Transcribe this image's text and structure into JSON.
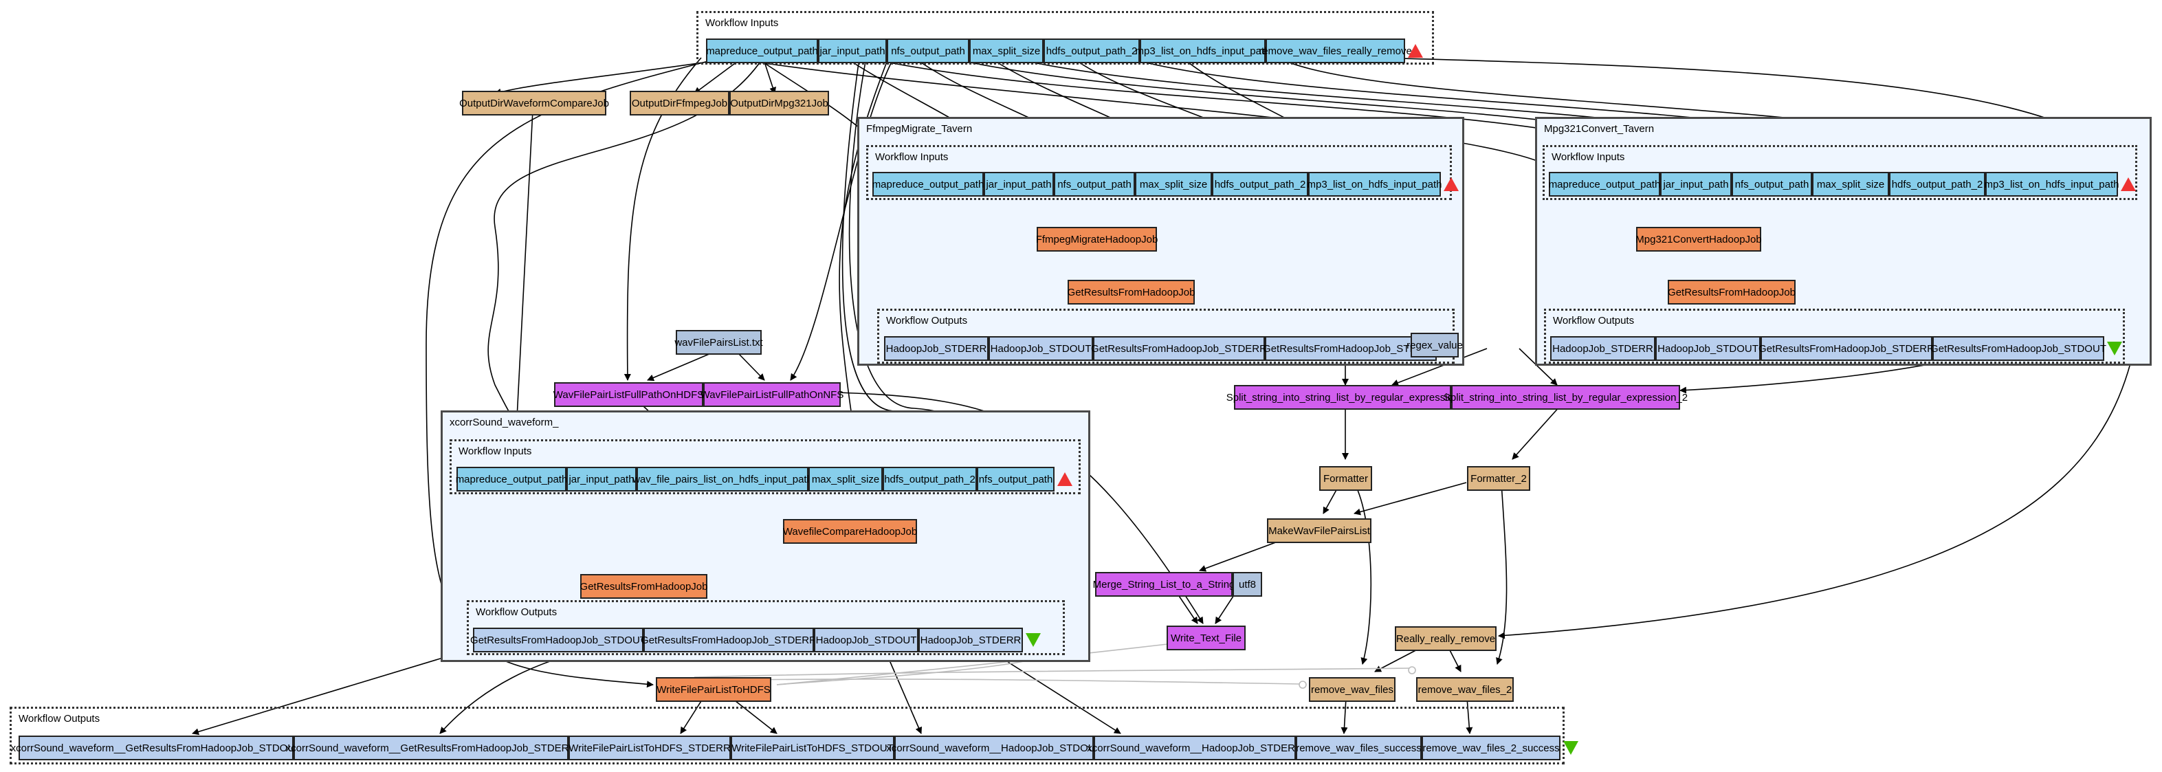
{
  "diagram": {
    "type": "taverna-workflow",
    "top_inputs": {
      "label": "Workflow Inputs",
      "ports": [
        "mapreduce_output_path",
        "jar_input_path",
        "nfs_output_path",
        "max_split_size",
        "hdfs_output_path_2",
        "mp3_list_on_hdfs_input_path",
        "remove_wav_files_really_remove"
      ]
    },
    "output_dirs": [
      "OutputDirWaveformCompareJob",
      "OutputDirFfmpegJob",
      "OutputDirMpg321Job"
    ],
    "ffmpeg": {
      "title": "FfmpegMigrate_Tavern",
      "inputs_label": "Workflow Inputs",
      "inputs": [
        "mapreduce_output_path",
        "jar_input_path",
        "nfs_output_path",
        "max_split_size",
        "hdfs_output_path_2",
        "mp3_list_on_hdfs_input_path"
      ],
      "job": "FfmpegMigrateHadoopJob",
      "results": "GetResultsFromHadoopJob",
      "outputs_label": "Workflow Outputs",
      "outputs": [
        "HadoopJob_STDERR",
        "HadoopJob_STDOUT",
        "GetResultsFromHadoopJob_STDERR",
        "GetResultsFromHadoopJob_STDOUT"
      ]
    },
    "mpg321": {
      "title": "Mpg321Convert_Tavern",
      "inputs_label": "Workflow Inputs",
      "inputs": [
        "mapreduce_output_path",
        "jar_input_path",
        "nfs_output_path",
        "max_split_size",
        "hdfs_output_path_2",
        "mp3_list_on_hdfs_input_path"
      ],
      "job": "Mpg321ConvertHadoopJob",
      "results": "GetResultsFromHadoopJob",
      "outputs_label": "Workflow Outputs",
      "outputs": [
        "HadoopJob_STDERR",
        "HadoopJob_STDOUT",
        "GetResultsFromHadoopJob_STDERR",
        "GetResultsFromHadoopJob_STDOUT"
      ]
    },
    "xcorr": {
      "title": "xcorrSound_waveform_",
      "inputs_label": "Workflow Inputs",
      "inputs": [
        "mapreduce_output_path",
        "jar_input_path",
        "wav_file_pairs_list_on_hdfs_input_path",
        "max_split_size",
        "hdfs_output_path_2",
        "nfs_output_path"
      ],
      "job": "WavefileCompareHadoopJob",
      "results": "GetResultsFromHadoopJob",
      "outputs_label": "Workflow Outputs",
      "outputs": [
        "GetResultsFromHadoopJob_STDOUT",
        "GetResultsFromHadoopJob_STDERR",
        "HadoopJob_STDOUT",
        "HadoopJob_STDERR"
      ]
    },
    "wav_list_const": "wavFilePairsList.txt",
    "wav_pair_nodes": [
      "WavFilePairListFullPathOnHDFS",
      "WavFilePairListFullPathOnNFS"
    ],
    "regex_const": "regex_value",
    "split_nodes": [
      "Split_string_into_string_list_by_regular_expression",
      "Split_string_into_string_list_by_regular_expression_2"
    ],
    "formatter": "Formatter",
    "formatter2": "Formatter_2",
    "make_pairs": "MakeWavFilePairsList",
    "merge": "Merge_String_List_to_a_String",
    "utf8": "utf8",
    "write_text": "Write_Text_File",
    "really_remove": "Really_really_remove",
    "remove1": "remove_wav_files",
    "remove2": "remove_wav_files_2",
    "write_hdfs": "WriteFilePairListToHDFS",
    "bottom_outputs": {
      "label": "Workflow Outputs",
      "ports": [
        "xcorrSound_waveform__GetResultsFromHadoopJob_STDOUT",
        "xcorrSound_waveform__GetResultsFromHadoopJob_STDERR",
        "WriteFilePairListToHDFS_STDERR",
        "WriteFilePairListToHDFS_STDOUT",
        "xcorrSound_waveform__HadoopJob_STDOUT",
        "xcorrSound_waveform__HadoopJob_STDERR",
        "remove_wav_files_success",
        "remove_wav_files_2_success"
      ]
    },
    "colors": {
      "input_port": "#87ceeb",
      "output_port": "#b9cfee",
      "hadoop_job": "#f08c55",
      "local_worker": "#deb887",
      "beanshell": "#d15fee",
      "constant": "#b0c4de",
      "subworkflow_bg": "#eff6ff",
      "input_marker": "#ee3333",
      "output_marker": "#44bb00"
    }
  }
}
